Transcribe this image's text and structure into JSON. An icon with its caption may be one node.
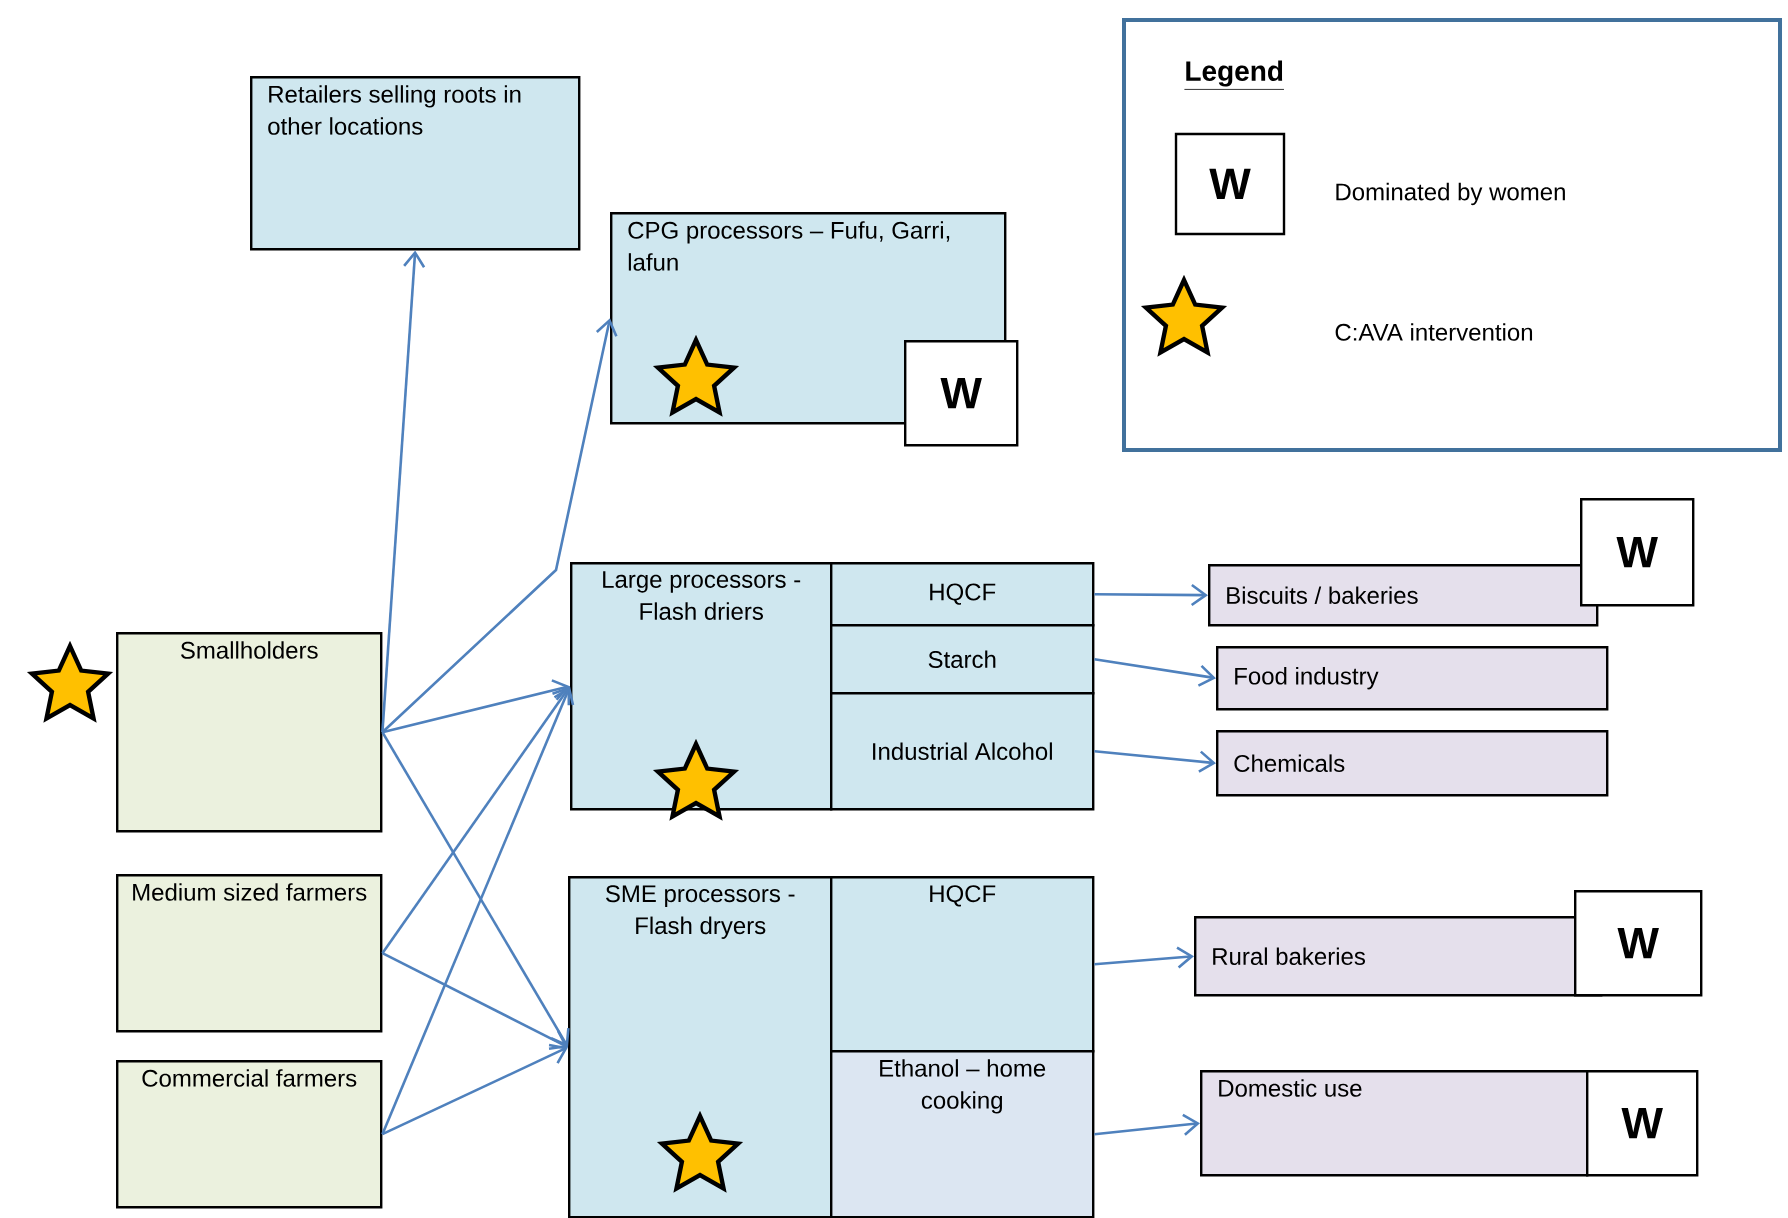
{
  "diagram": {
    "nodes": [
      {
        "text": [
          "Retailers selling roots in other locations"
        ]
      },
      {
        "text": [
          "CPG processors – Fufu, Garri, lafun"
        ]
      },
      {
        "text": [
          "W"
        ]
      },
      {
        "text": [
          "Smallholders"
        ]
      },
      {
        "text": [
          "Medium sized farmers"
        ]
      },
      {
        "text": [
          "Commercial farmers"
        ]
      },
      {
        "text": [
          "Large processors - Flash driers"
        ]
      },
      {
        "text": [
          "HQCF"
        ]
      },
      {
        "text": [
          "Starch"
        ]
      },
      {
        "text": [
          "Industrial Alcohol"
        ]
      },
      {
        "text": [
          "SME processors - Flash dryers"
        ]
      },
      {
        "text": [
          "HQCF"
        ]
      },
      {
        "text": [
          "Ethanol – home cooking"
        ]
      },
      {
        "text": [
          "Biscuits / bakeries"
        ]
      },
      {
        "text": [
          "W"
        ]
      },
      {
        "text": [
          "Food industry"
        ]
      },
      {
        "text": [
          "Chemicals"
        ]
      },
      {
        "text": [
          "Rural bakeries"
        ]
      },
      {
        "text": [
          "W"
        ]
      },
      {
        "text": [
          "Domestic use"
        ]
      },
      {
        "text": [
          "W"
        ]
      }
    ],
    "edges": [
      {
        "from": 3,
        "to": 0,
        "arrow": "to"
      },
      {
        "from": 3,
        "to": 1,
        "arrow": "to"
      },
      {
        "from": 3,
        "to": 6,
        "arrow": "to"
      },
      {
        "from": 3,
        "to": 10,
        "arrow": "to"
      },
      {
        "from": 4,
        "to": 6,
        "arrow": "to"
      },
      {
        "from": 4,
        "to": 10,
        "arrow": "to"
      },
      {
        "from": 5,
        "to": 6,
        "arrow": "to"
      },
      {
        "from": 5,
        "to": 10,
        "arrow": "to"
      },
      {
        "from": 7,
        "to": 13,
        "arrow": "to"
      },
      {
        "from": 8,
        "to": 15,
        "arrow": "to"
      },
      {
        "from": 9,
        "to": 16,
        "arrow": "to"
      },
      {
        "from": 11,
        "to": 17,
        "arrow": "to"
      },
      {
        "from": 12,
        "to": 19,
        "arrow": "to"
      }
    ],
    "labels": [
      "Legend",
      "W"
    ],
    "legend": [
      {
        "text": "Dominated by women"
      },
      {
        "text": "C:AVA intervention"
      }
    ]
  }
}
